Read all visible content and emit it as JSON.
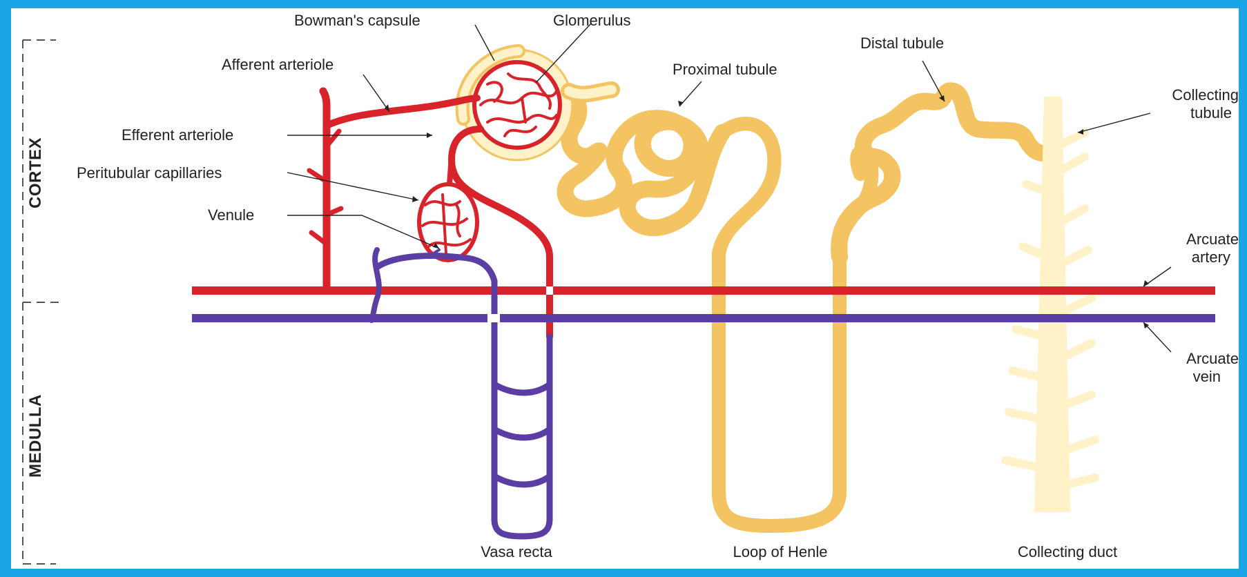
{
  "colors": {
    "artery": "#d8232a",
    "vein": "#5b3ea4",
    "tubule_fill": "#fff1c8",
    "tubule_outline": "#f3c461",
    "background": "#ffffff",
    "border": "#1aa6e6"
  },
  "regions": {
    "cortex": "CORTEX",
    "medulla": "MEDULLA"
  },
  "labels": {
    "bowmans_capsule": "Bowman's capsule",
    "glomerulus": "Glomerulus",
    "afferent_arteriole": "Afferent arteriole",
    "efferent_arteriole": "Efferent arteriole",
    "peritubular_capillaries": "Peritubular capillaries",
    "venule": "Venule",
    "proximal_tubule": "Proximal tubule",
    "distal_tubule": "Distal tubule",
    "collecting_tubule_line1": "Collecting",
    "collecting_tubule_line2": "tubule",
    "arcuate_artery_line1": "Arcuate",
    "arcuate_artery_line2": "artery",
    "arcuate_vein_line1": "Arcuate",
    "arcuate_vein_line2": "vein",
    "vasa_recta": "Vasa recta",
    "loop_of_henle": "Loop of Henle",
    "collecting_duct": "Collecting duct"
  }
}
